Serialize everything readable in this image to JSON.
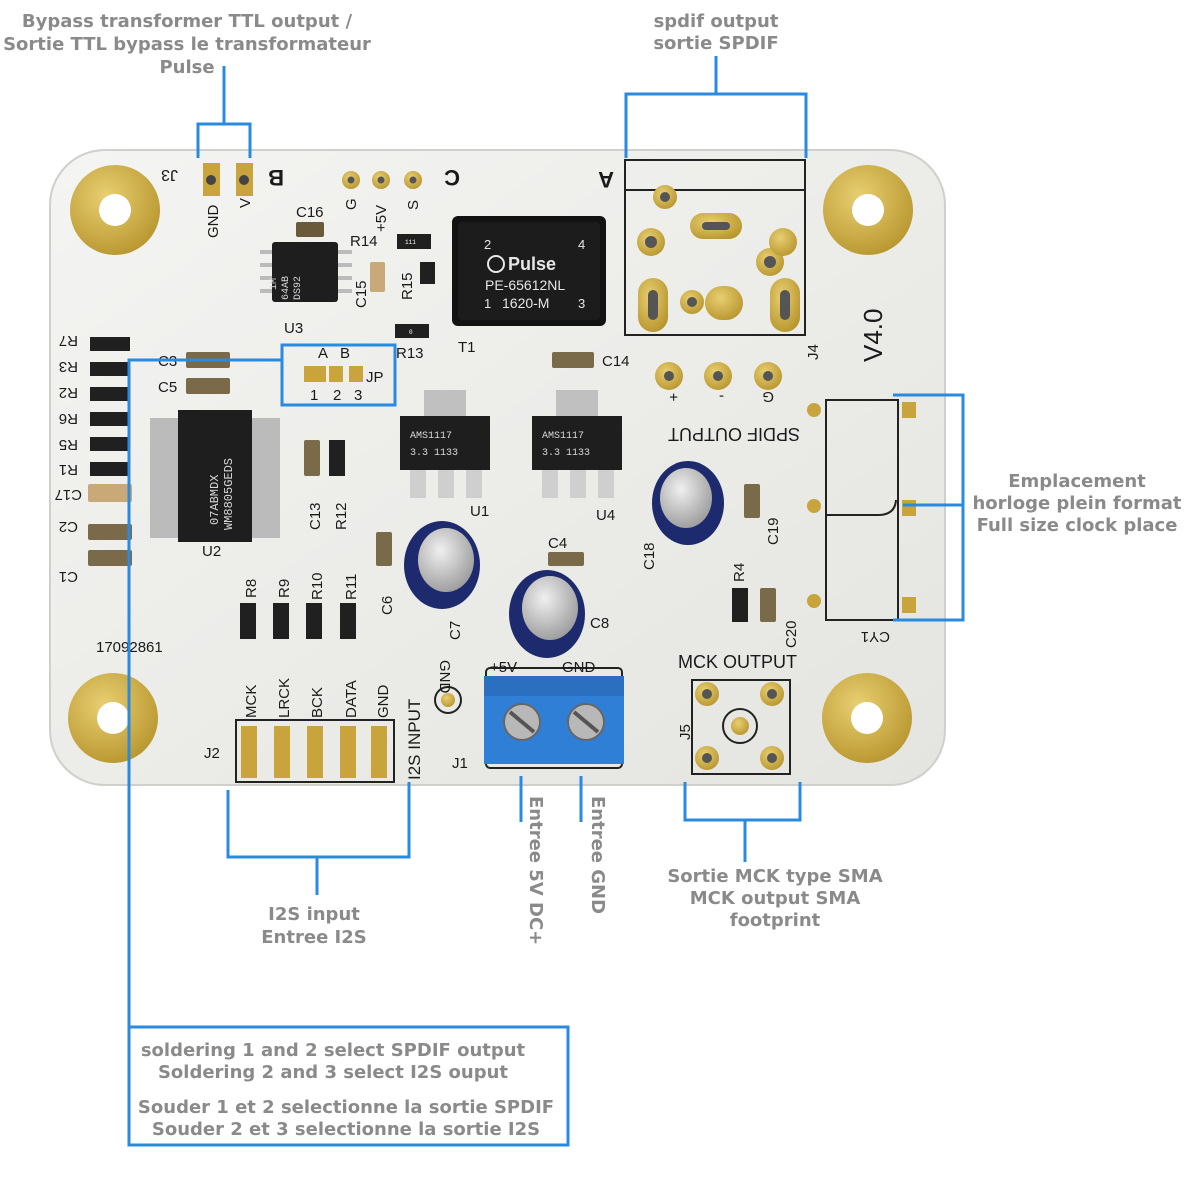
{
  "annotations": {
    "bypass": [
      "Bypass transformer TTL output /",
      "Sortie TTL bypass le transformateur",
      "Pulse"
    ],
    "spdif_out": [
      "spdif output",
      "sortie SPDIF"
    ],
    "clock": [
      "Emplacement",
      "horloge plein format",
      "Full size clock place"
    ],
    "mck": [
      "Sortie MCK type SMA",
      "MCK output SMA",
      "footprint"
    ],
    "i2s": [
      "I2S input",
      "Entree I2S"
    ],
    "dc_plus": "Entree 5V DC+",
    "gnd": "Entree GND",
    "jumper_note": [
      "soldering 1 and 2 select SPDIF output",
      "Soldering 2 and 3 select I2S ouput",
      "Souder 1 et 2 selectionne la sortie SPDIF",
      "Souder 2 et 3 selectionne la sortie I2S"
    ]
  },
  "board": {
    "version": "V4.0",
    "serial": "17092861",
    "mck_output": "MCK OUTPUT",
    "spdif_output": "SPDIF OUTPUT",
    "i2s_input": "I2S INPUT",
    "j3_pins": [
      "GND",
      "V"
    ],
    "j3_labels": [
      "J3",
      "B"
    ],
    "top_pins": [
      "G",
      "+5V",
      "S",
      "C"
    ],
    "spdif_pins": [
      "+",
      "-",
      "G"
    ],
    "j1_pins": [
      "+5V",
      "GND"
    ],
    "j2_pins": [
      "MCK",
      "LRCK",
      "BCK",
      "DATA",
      "GND"
    ],
    "jp_labels": [
      "A",
      "B",
      "JP",
      "1",
      "2",
      "3"
    ],
    "designators": {
      "c16": "C16",
      "c15": "C15",
      "r14": "R14",
      "r15": "R15",
      "r13": "R13",
      "u3": "U3",
      "t1": "T1",
      "j4": "J4",
      "a": "A",
      "c3": "C3",
      "c5": "C5",
      "c14": "C14",
      "r7": "R7",
      "r3": "R3",
      "r2": "R2",
      "r6": "R6",
      "r5": "R5",
      "r1": "R1",
      "c17": "C17",
      "c2": "C2",
      "c1": "C1",
      "u2": "U2",
      "c13": "C13",
      "r12": "R12",
      "u1": "U1",
      "u4": "U4",
      "c18": "C18",
      "c19": "C19",
      "c4": "C4",
      "c6": "C6",
      "c7": "C7",
      "c8": "C8",
      "r4": "R4",
      "c20": "C20",
      "cy1": "CY1",
      "r8": "R8",
      "r9": "R9",
      "r10": "R10",
      "r11": "R11",
      "gnd": "GND",
      "j2": "J2",
      "j1": "J1",
      "j5": "J5"
    },
    "chips": {
      "pulse": [
        "Pulse",
        "PE-65612NL",
        "1620-M"
      ],
      "pulse_pins": [
        "2",
        "4",
        "1",
        "3"
      ],
      "wm": [
        "WM8805GEDS",
        "07ABMDX"
      ],
      "u3": [
        "DS92",
        "64AB",
        "1M"
      ],
      "ams": [
        "AMS1117",
        "3.3 1133"
      ]
    }
  }
}
